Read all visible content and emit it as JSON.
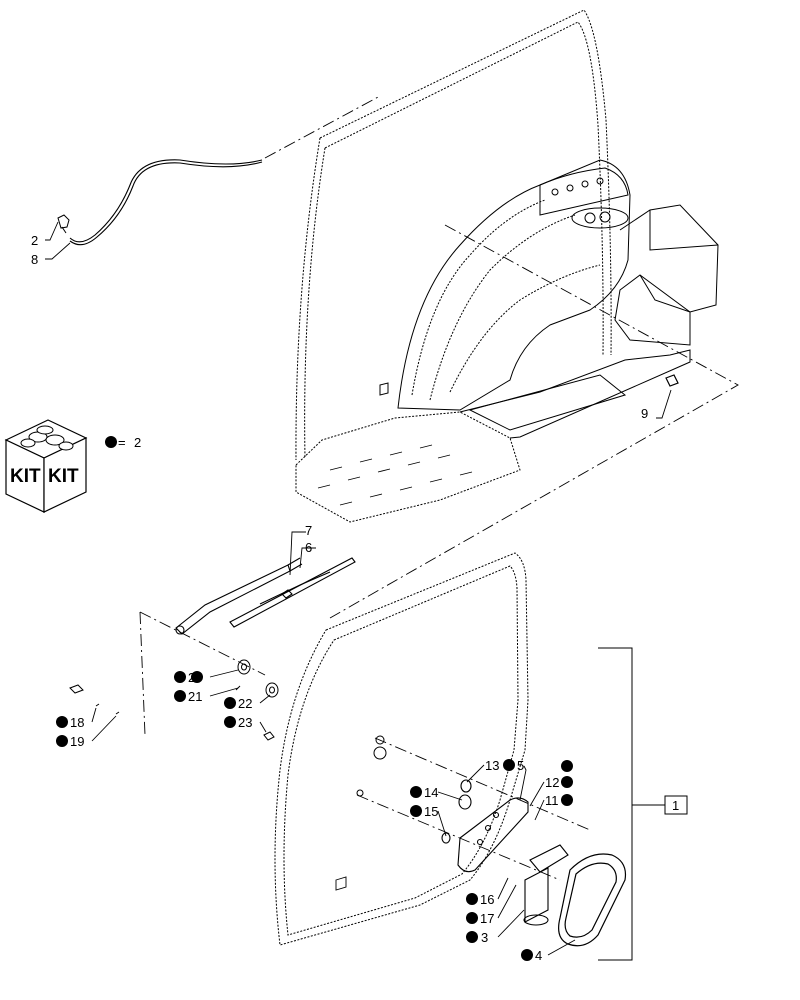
{
  "legend": {
    "symbol_equals": "=",
    "value": "2"
  },
  "kit": {
    "text_left": "KIT",
    "text_right": "KIT"
  },
  "callouts": {
    "c1": "1",
    "c2": "2",
    "c3": "3",
    "c4": "4",
    "c5": "5",
    "c6": "6",
    "c7": "7",
    "c8": "8",
    "c9": "9",
    "c11": "11",
    "c12": "12",
    "c13": "13",
    "c14": "14",
    "c15": "15",
    "c16": "16",
    "c17": "17",
    "c18": "18",
    "c19": "19",
    "c20": "20",
    "c21": "21",
    "c22": "22",
    "c23": "23"
  }
}
